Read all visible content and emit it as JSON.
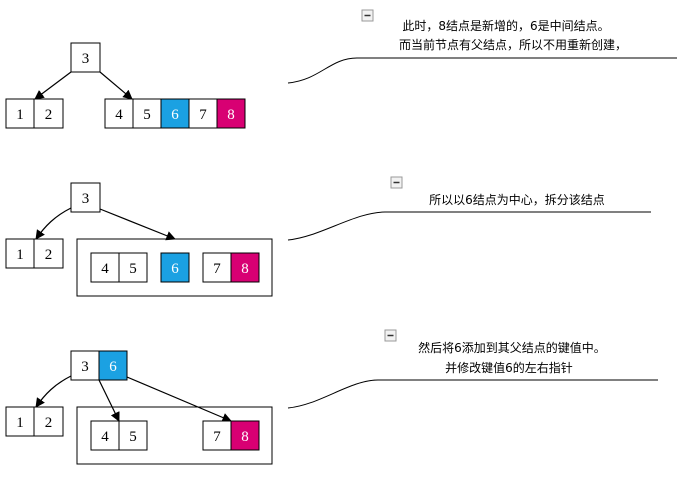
{
  "colors": {
    "highlight_blue": "#1ba1e2",
    "highlight_magenta": "#d80073",
    "stroke": "#000000",
    "collapse_icon_fill": "#f2f2f2",
    "collapse_icon_stroke": "#999999"
  },
  "icons": {
    "collapse": "collapse-icon"
  },
  "step1": {
    "root_key": "3",
    "left_keys": [
      "1",
      "2"
    ],
    "right_keys": [
      "4",
      "5",
      "6",
      "7",
      "8"
    ],
    "note_line1": "此时，8结点是新增的，6是中间结点。",
    "note_line2": "而当前节点有父结点，所以不用重新创建，"
  },
  "step2": {
    "root_key": "3",
    "left_keys": [
      "1",
      "2"
    ],
    "split_left_keys": [
      "4",
      "5"
    ],
    "middle_key": "6",
    "split_right_keys": [
      "7",
      "8"
    ],
    "note_line1": "所以以6结点为中心，拆分该结点"
  },
  "step3": {
    "root_keys": [
      "3",
      "6"
    ],
    "left_keys": [
      "1",
      "2"
    ],
    "mid_keys": [
      "4",
      "5"
    ],
    "right_keys": [
      "7",
      "8"
    ],
    "note_line1": "然后将6添加到其父结点的键值中。",
    "note_line2": "并修改键值6的左右指针"
  }
}
